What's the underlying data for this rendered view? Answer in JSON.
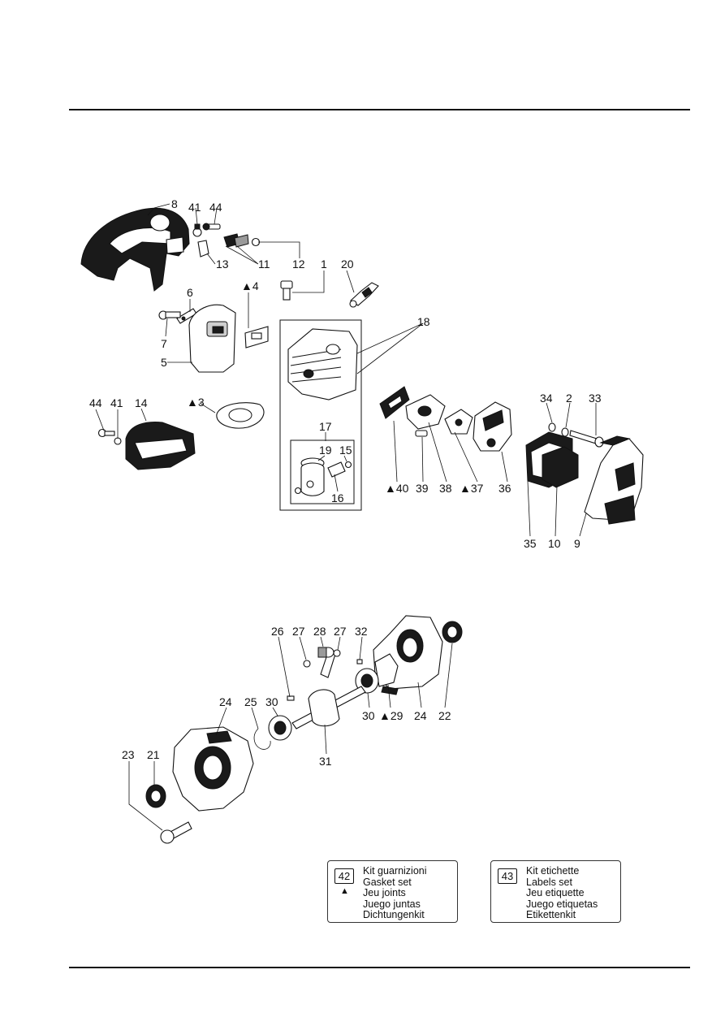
{
  "callouts": {
    "c1": "1",
    "c2": "2",
    "c3": "3",
    "c4": "4",
    "c5": "5",
    "c6": "6",
    "c7": "7",
    "c8": "8",
    "c9": "9",
    "c10": "10",
    "c11": "11",
    "c12": "12",
    "c13": "13",
    "c14": "14",
    "c15": "15",
    "c16": "16",
    "c17": "17",
    "c18": "18",
    "c19": "19",
    "c20": "20",
    "c21": "21",
    "c22": "22",
    "c23": "23",
    "c24a": "24",
    "c24b": "24",
    "c25": "25",
    "c26": "26",
    "c27a": "27",
    "c27b": "27",
    "c28": "28",
    "c29": "29",
    "c30a": "30",
    "c30b": "30",
    "c31": "31",
    "c32": "32",
    "c33": "33",
    "c34": "34",
    "c35": "35",
    "c36": "36",
    "c37": "37",
    "c38": "38",
    "c39": "39",
    "c40": "40",
    "c41a": "41",
    "c41b": "41",
    "c44a": "44",
    "c44b": "44"
  },
  "gasket_marker": "▲",
  "kits": {
    "gasket": {
      "number": "42",
      "marker": "▲",
      "lines": [
        "Kit guarnizioni",
        "Gasket set",
        "Jeu joints",
        "Juego juntas",
        "Dichtungenkit"
      ]
    },
    "labels": {
      "number": "43",
      "lines": [
        "Kit etichette",
        "Labels set",
        "Jeu etiquette",
        "Juego etiquetas",
        "Etikettenkit"
      ]
    }
  }
}
